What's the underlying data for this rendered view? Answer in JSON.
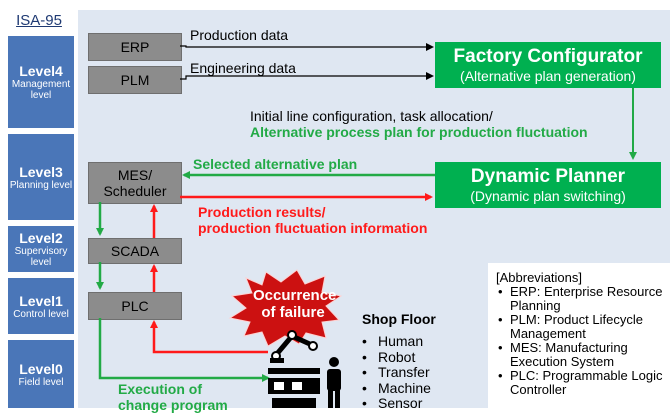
{
  "isa_title": "ISA-95",
  "levels": [
    {
      "level": "Level4",
      "sub": "Management level"
    },
    {
      "level": "Level3",
      "sub": "Planning level"
    },
    {
      "level": "Level2",
      "sub": "Supervisory level"
    },
    {
      "level": "Level1",
      "sub": "Control level"
    },
    {
      "level": "Level0",
      "sub": "Field level"
    }
  ],
  "systems": {
    "erp": "ERP",
    "plm": "PLM",
    "mes": "MES/ Scheduler",
    "scada": "SCADA",
    "plc": "PLC"
  },
  "factory_configurator": {
    "title": "Factory Configurator",
    "subtitle": "(Alternative plan generation)"
  },
  "dynamic_planner": {
    "title": "Dynamic Planner",
    "subtitle": "(Dynamic plan switching)"
  },
  "flows": {
    "production_data": "Production data",
    "engineering_data": "Engineering data",
    "initial_config": "Initial line configuration, task allocation/",
    "alt_process_plan": "Alternative process plan for production fluctuation",
    "selected_alt_plan": "Selected alternative plan",
    "production_results_1": "Production results/",
    "production_results_2": "production fluctuation information",
    "execution_1": "Execution of",
    "execution_2": "change program"
  },
  "failure_burst": {
    "line1": "Occurrence",
    "line2": "of failure"
  },
  "shop_floor": {
    "title": "Shop Floor",
    "items": [
      "Human",
      "Robot",
      "Transfer",
      "Machine",
      "Sensor"
    ]
  },
  "abbreviations": {
    "title": "[Abbreviations]",
    "items": [
      "ERP: Enterprise Resource Planning",
      "PLM: Product Lifecycle Management",
      "MES: Manufacturing Execution System",
      "PLC: Programmable Logic Controller"
    ]
  },
  "colors": {
    "green": "#00b050",
    "red": "#ff1a1a",
    "level_blue": "#4a76b8",
    "system_grey": "#8c8c8c"
  }
}
